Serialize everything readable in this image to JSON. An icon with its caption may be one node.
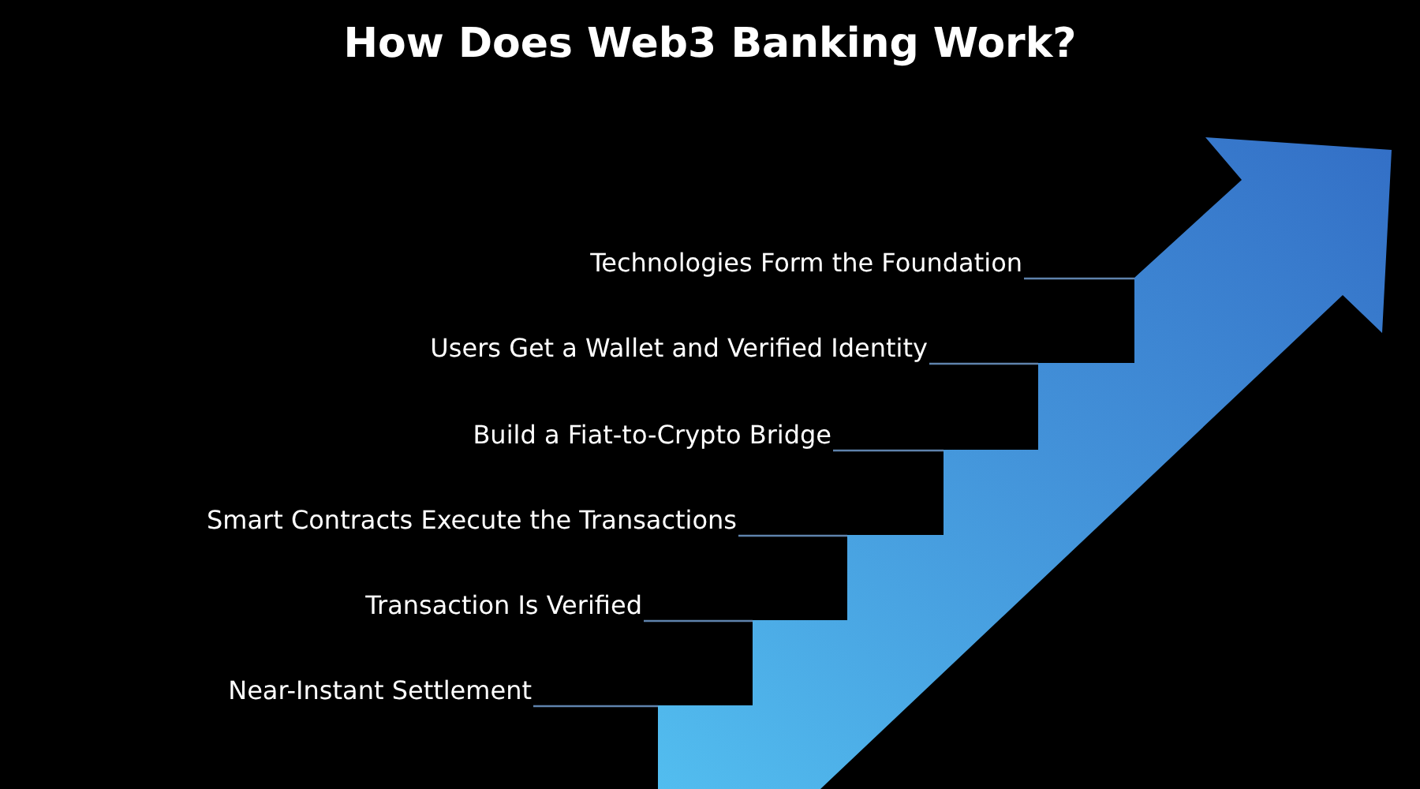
{
  "diagram": {
    "title": "How Does Web3 Banking Work?",
    "labels": [
      "Technologies Form the Foundation",
      "Users Get a Wallet and Verified Identity",
      "Build a Fiat-to-Crypto Bridge",
      "Smart Contracts Execute the Transactions",
      "Transaction Is Verified",
      "Near-Instant Settlement"
    ]
  }
}
